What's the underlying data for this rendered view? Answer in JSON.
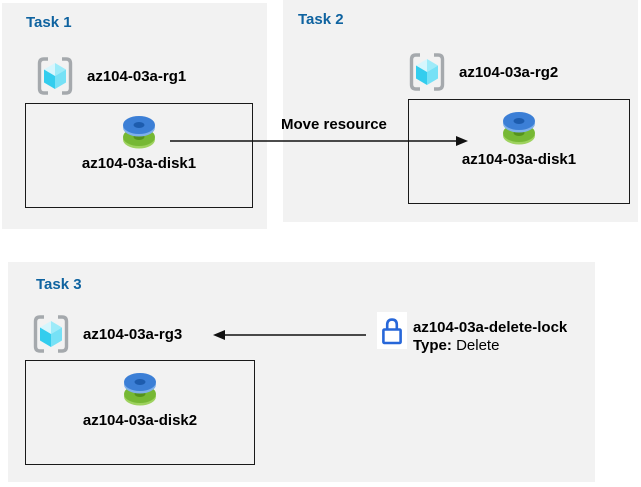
{
  "tasks": [
    {
      "label": "Task 1",
      "resource_group": "az104-03a-rg1",
      "resource": "az104-03a-disk1"
    },
    {
      "label": "Task 2",
      "resource_group": "az104-03a-rg2",
      "resource": "az104-03a-disk1"
    },
    {
      "label": "Task 3",
      "resource_group": "az104-03a-rg3",
      "resource": "az104-03a-disk2"
    }
  ],
  "move_arrow": {
    "label": "Move resource"
  },
  "delete_lock": {
    "name": "az104-03a-delete-lock",
    "type_label": "Type:",
    "type_value": "Delete"
  },
  "icons": {
    "resource_group": "azure-resource-group-icon",
    "disk": "azure-disk-icon",
    "lock": "lock-icon"
  },
  "colors": {
    "panel_bg": "#f2f2f2",
    "heading_blue": "#0f63a0",
    "disk_blue": "#3c7fd6",
    "disk_blue_hole": "#1d5cae",
    "disk_green": "#76b834",
    "disk_green_hole": "#55921c",
    "cube_cyan_light": "#d6f6fd",
    "cube_cyan": "#33cdee",
    "bracket_gray": "#a5a9ad",
    "lock_blue": "#2767d9",
    "arrow_black": "#111111"
  }
}
